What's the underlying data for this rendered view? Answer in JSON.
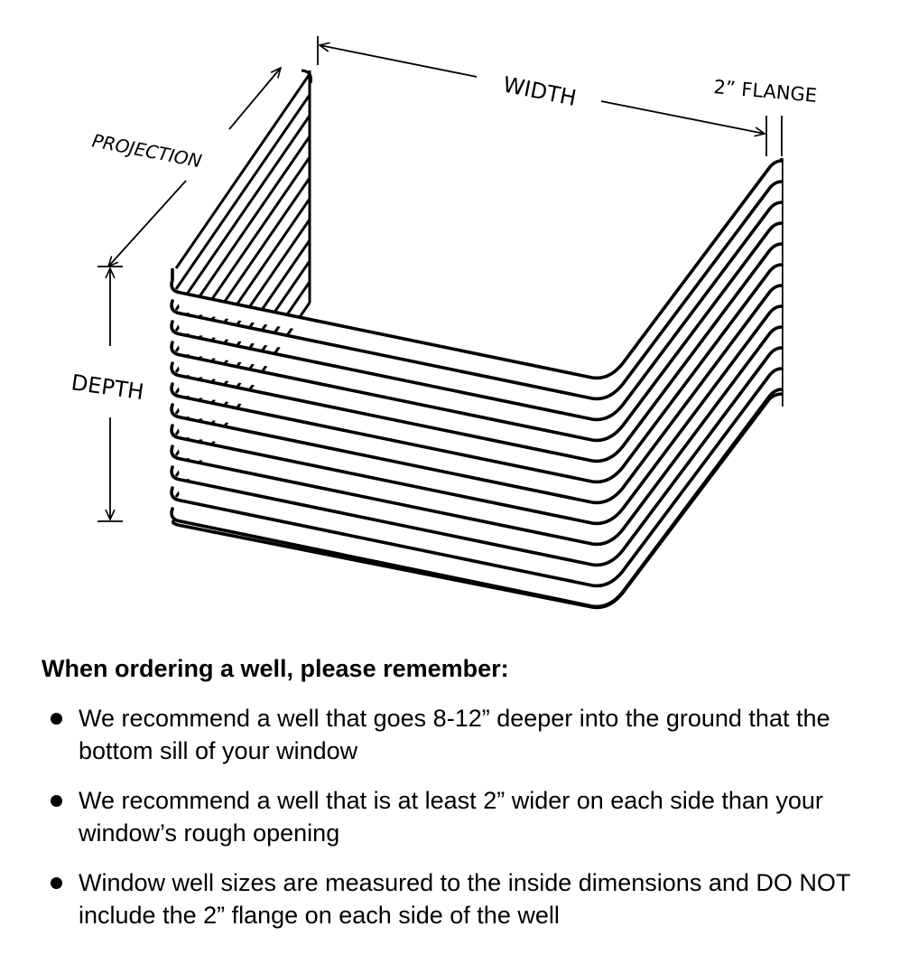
{
  "diagram": {
    "labels": {
      "width": "WIDTH",
      "flange": "2” FLANGE",
      "projection": "PROJECTION",
      "depth": "DEPTH"
    },
    "ribs": 12
  },
  "notes": {
    "heading": "When ordering a well, please remember:",
    "items": [
      "We recommend a well that goes 8-12” deeper into the ground that the bottom sill of your window",
      "We recommend a well that is at least 2” wider on each side than your window’s rough opening",
      "Window well sizes are measured to the inside dimensions and DO NOT include the 2” flange on each side of the well"
    ]
  }
}
